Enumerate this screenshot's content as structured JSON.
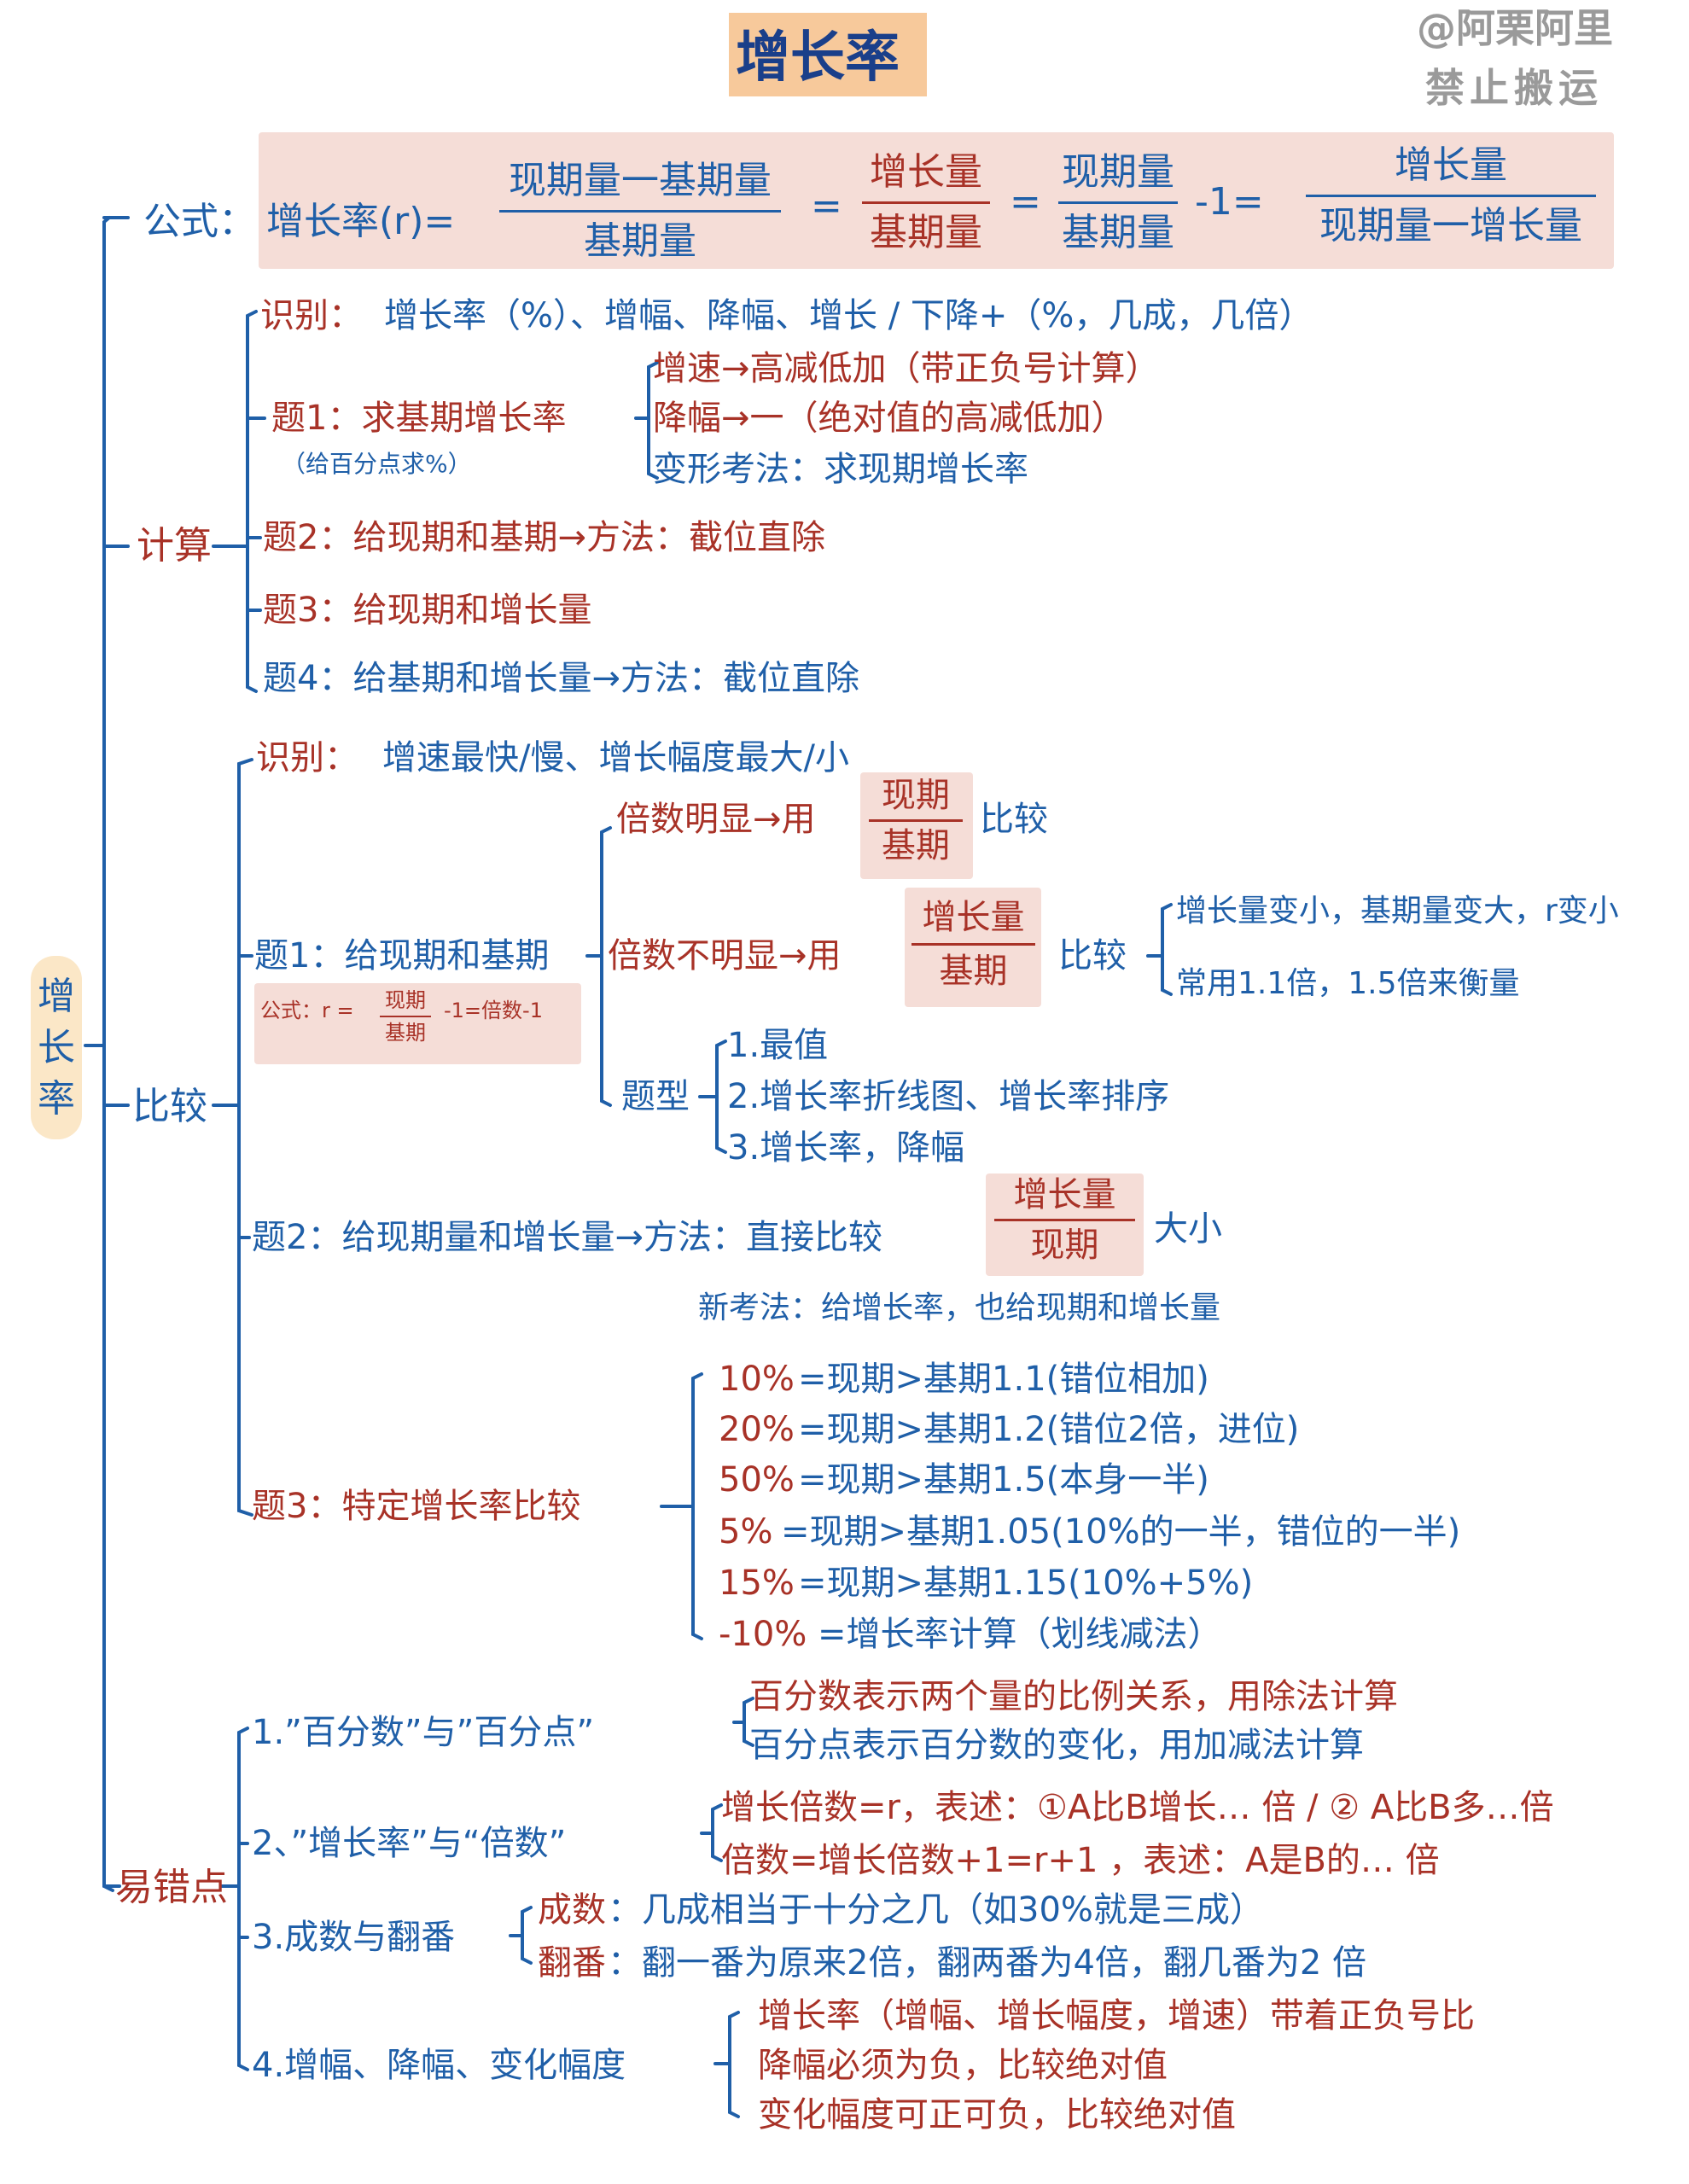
{
  "title": "增长率",
  "watermark": {
    "line1": "@阿栗阿里",
    "line2": "禁止搬运"
  },
  "root": "增长率",
  "formula": {
    "label": "公式：",
    "lhs": "增长率(r)=",
    "f1_num": "现期量一基期量",
    "f1_den": "基期量",
    "eq1": "=",
    "f2_num": "增长量",
    "f2_den": "基期量",
    "eq2": "=",
    "f3_num": "现期量",
    "f3_den": "基期量",
    "minus1": "-1=",
    "f4_num": "增长量",
    "f4_den": "现期量一增长量"
  },
  "calc": {
    "label": "计算",
    "id_label": "识别：",
    "id_text": "增长率（%）、增幅、降幅、增长 / 下降+（%，几成，几倍）",
    "q1_label": "题1：求基期增长率",
    "q1_note": "（给百分点求%）",
    "q1_items": [
      "增速→高减低加（带正负号计算）",
      "降幅→一（绝对值的高减低加）",
      "变形考法：求现期增长率"
    ],
    "q2": "题2：给现期和基期→方法：截位直除",
    "q3": "题3：给现期和增长量",
    "q4": "题4：给基期和增长量→方法：截位直除"
  },
  "compare": {
    "label": "比较",
    "id_label": "识别：",
    "id_text": "增速最快/慢、增长幅度最大/小",
    "q1_label": "题1：给现期和基期",
    "q1_formula": {
      "prefix": "公式：r =",
      "num": "现期",
      "den": "基期",
      "suffix": "-1=倍数-1"
    },
    "obvious": {
      "pre": "倍数明显→用",
      "num": "现期",
      "den": "基期",
      "post": "比较"
    },
    "not_obvious": {
      "pre": "倍数不明显→用",
      "num": "增长量",
      "den": "基期",
      "post": "比较"
    },
    "not_obvious_items": [
      "增长量变小，基期量变大，r变小",
      "常用1.1倍，1.5倍来衡量"
    ],
    "types_label": "题型",
    "types": [
      "1.最值",
      "2.增长率折线图、增长率排序",
      "3.增长率，降幅"
    ],
    "q2": {
      "pre": "题2：给现期量和增长量→方法：直接比较",
      "num": "增长量",
      "den": "现期",
      "post": "大小"
    },
    "new_method": "新考法：给增长率，也给现期和增长量",
    "q3_label": "题3：特定增长率比较",
    "q3_items": [
      {
        "pct": "10%",
        "text": "=现期>基期1.1(错位相加)"
      },
      {
        "pct": "20%",
        "text": "=现期>基期1.2(错位2倍，进位)"
      },
      {
        "pct": "50%",
        "text": "=现期>基期1.5(本身一半)"
      },
      {
        "pct": "5%",
        "text": " =现期>基期1.05(10%的一半，错位的一半)"
      },
      {
        "pct": "15%",
        "text": "=现期>基期1.15(10%+5%)"
      },
      {
        "pct": "-10%",
        "text": "=增长率计算（划线减法）"
      }
    ]
  },
  "mistakes": {
    "label": "易错点",
    "m1_label": "1.”百分数”与”百分点”",
    "m1_items": [
      "百分数表示两个量的比例关系，用除法计算",
      "百分点表示百分数的变化，用加减法计算"
    ],
    "m2_label": "2、”增长率”与“倍数”",
    "m2_items": [
      "增长倍数=r，表述：①A比B增长… 倍 / ② A比B多…倍",
      "倍数=增长倍数+1=r+1 ，表述：A是B的… 倍"
    ],
    "m3_label": "3.成数与翻番",
    "m3_items": [
      {
        "key": "成数",
        "text": "：几成相当于十分之几（如30%就是三成）"
      },
      {
        "key": "翻番",
        "text": "：翻一番为原来2倍，翻两番为4倍，翻几番为2 倍"
      }
    ],
    "m4_label": "4.增幅、降幅、变化幅度",
    "m4_items": [
      "增长率（增幅、增长幅度，增速）带着正负号比",
      "降幅必须为负，比较绝对值",
      "变化幅度可正可负，比较绝对值"
    ]
  }
}
